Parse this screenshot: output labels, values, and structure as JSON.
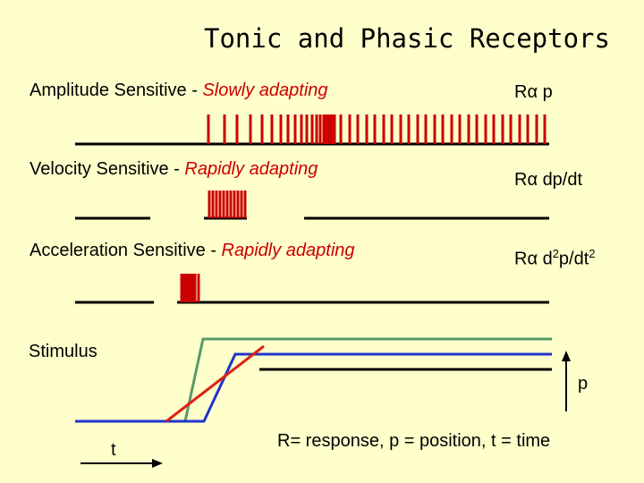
{
  "title": "Tonic and Phasic Receptors",
  "rows": [
    {
      "label_prefix": "Amplitude Sensitive - ",
      "label_em": "Slowly adapting",
      "formula_prefix": "Rα p",
      "formula_exp1": "",
      "formula_mid": "",
      "formula_exp2": "",
      "formula_suffix": ""
    },
    {
      "label_prefix": "Velocity Sensitive - ",
      "label_em": "Rapidly adapting",
      "formula_prefix": "Rα dp/dt",
      "formula_exp1": "",
      "formula_mid": "",
      "formula_exp2": "",
      "formula_suffix": ""
    },
    {
      "label_prefix": "Acceleration Sensitive - ",
      "label_em": "Rapidly adapting",
      "formula_prefix": "Rα d",
      "formula_exp1": "2",
      "formula_mid": "p/dt",
      "formula_exp2": "2",
      "formula_suffix": ""
    }
  ],
  "stimulus_label": "Stimulus",
  "p_label": "p",
  "t_label": "t",
  "legend": "R= response, p = position, t = time",
  "colors": {
    "background": "#FFFFCC",
    "spike": "#CC0000",
    "slow_line": "#000000",
    "stim_green": "#5A9A6A",
    "stim_blue": "#2233CC",
    "stim_red": "#DD2211",
    "emphasis": "#CC0000"
  }
}
